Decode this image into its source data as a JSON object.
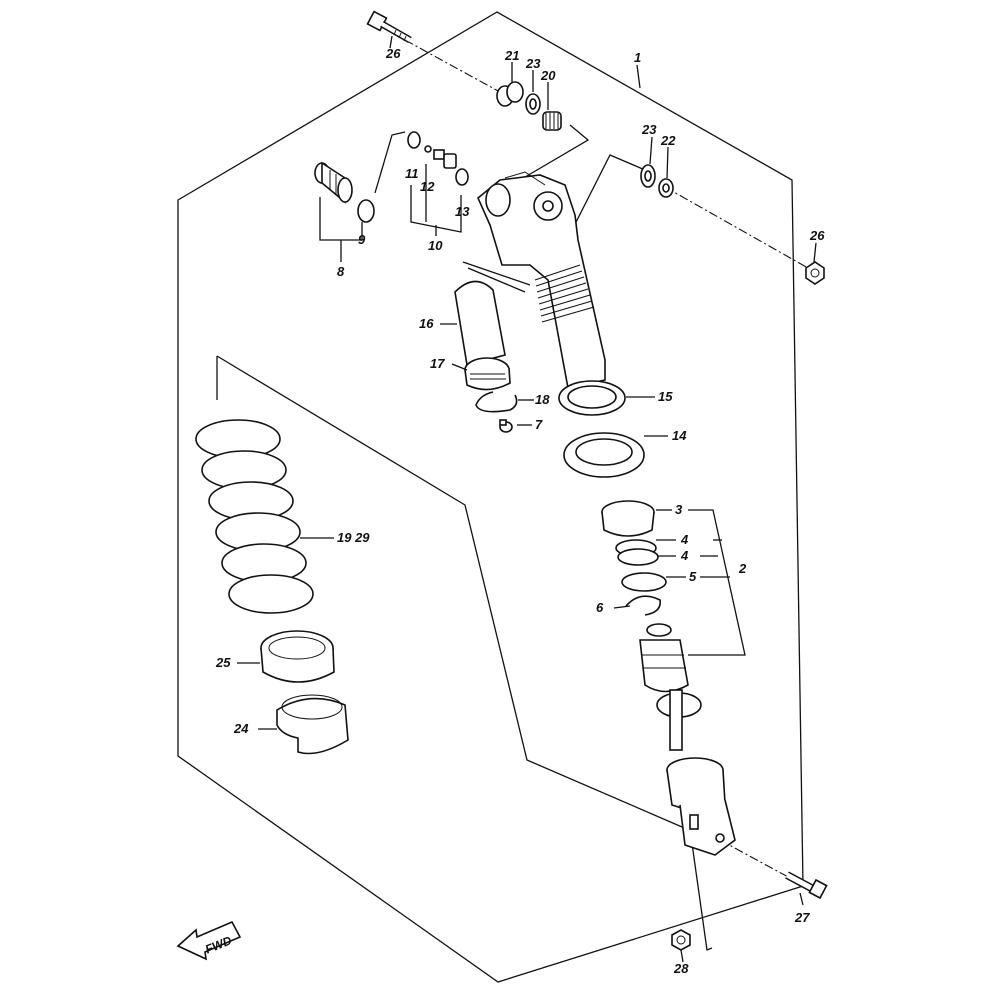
{
  "labels": {
    "p1": "1",
    "p2": "2",
    "p3": "3",
    "p4a": "4",
    "p4b": "4",
    "p5": "5",
    "p6": "6",
    "p7": "7",
    "p8": "8",
    "p9": "9",
    "p10": "10",
    "p11": "11",
    "p12": "12",
    "p13": "13",
    "p14": "14",
    "p15": "15",
    "p16": "16",
    "p17": "17",
    "p18": "18",
    "p19_29": "19 29",
    "p20": "20",
    "p21": "21",
    "p22": "22",
    "p23a": "23",
    "p23b": "23",
    "p24": "24",
    "p25": "25",
    "p26a": "26",
    "p26b": "26",
    "p27": "27",
    "p28": "28"
  },
  "fwd_label": "FWD"
}
